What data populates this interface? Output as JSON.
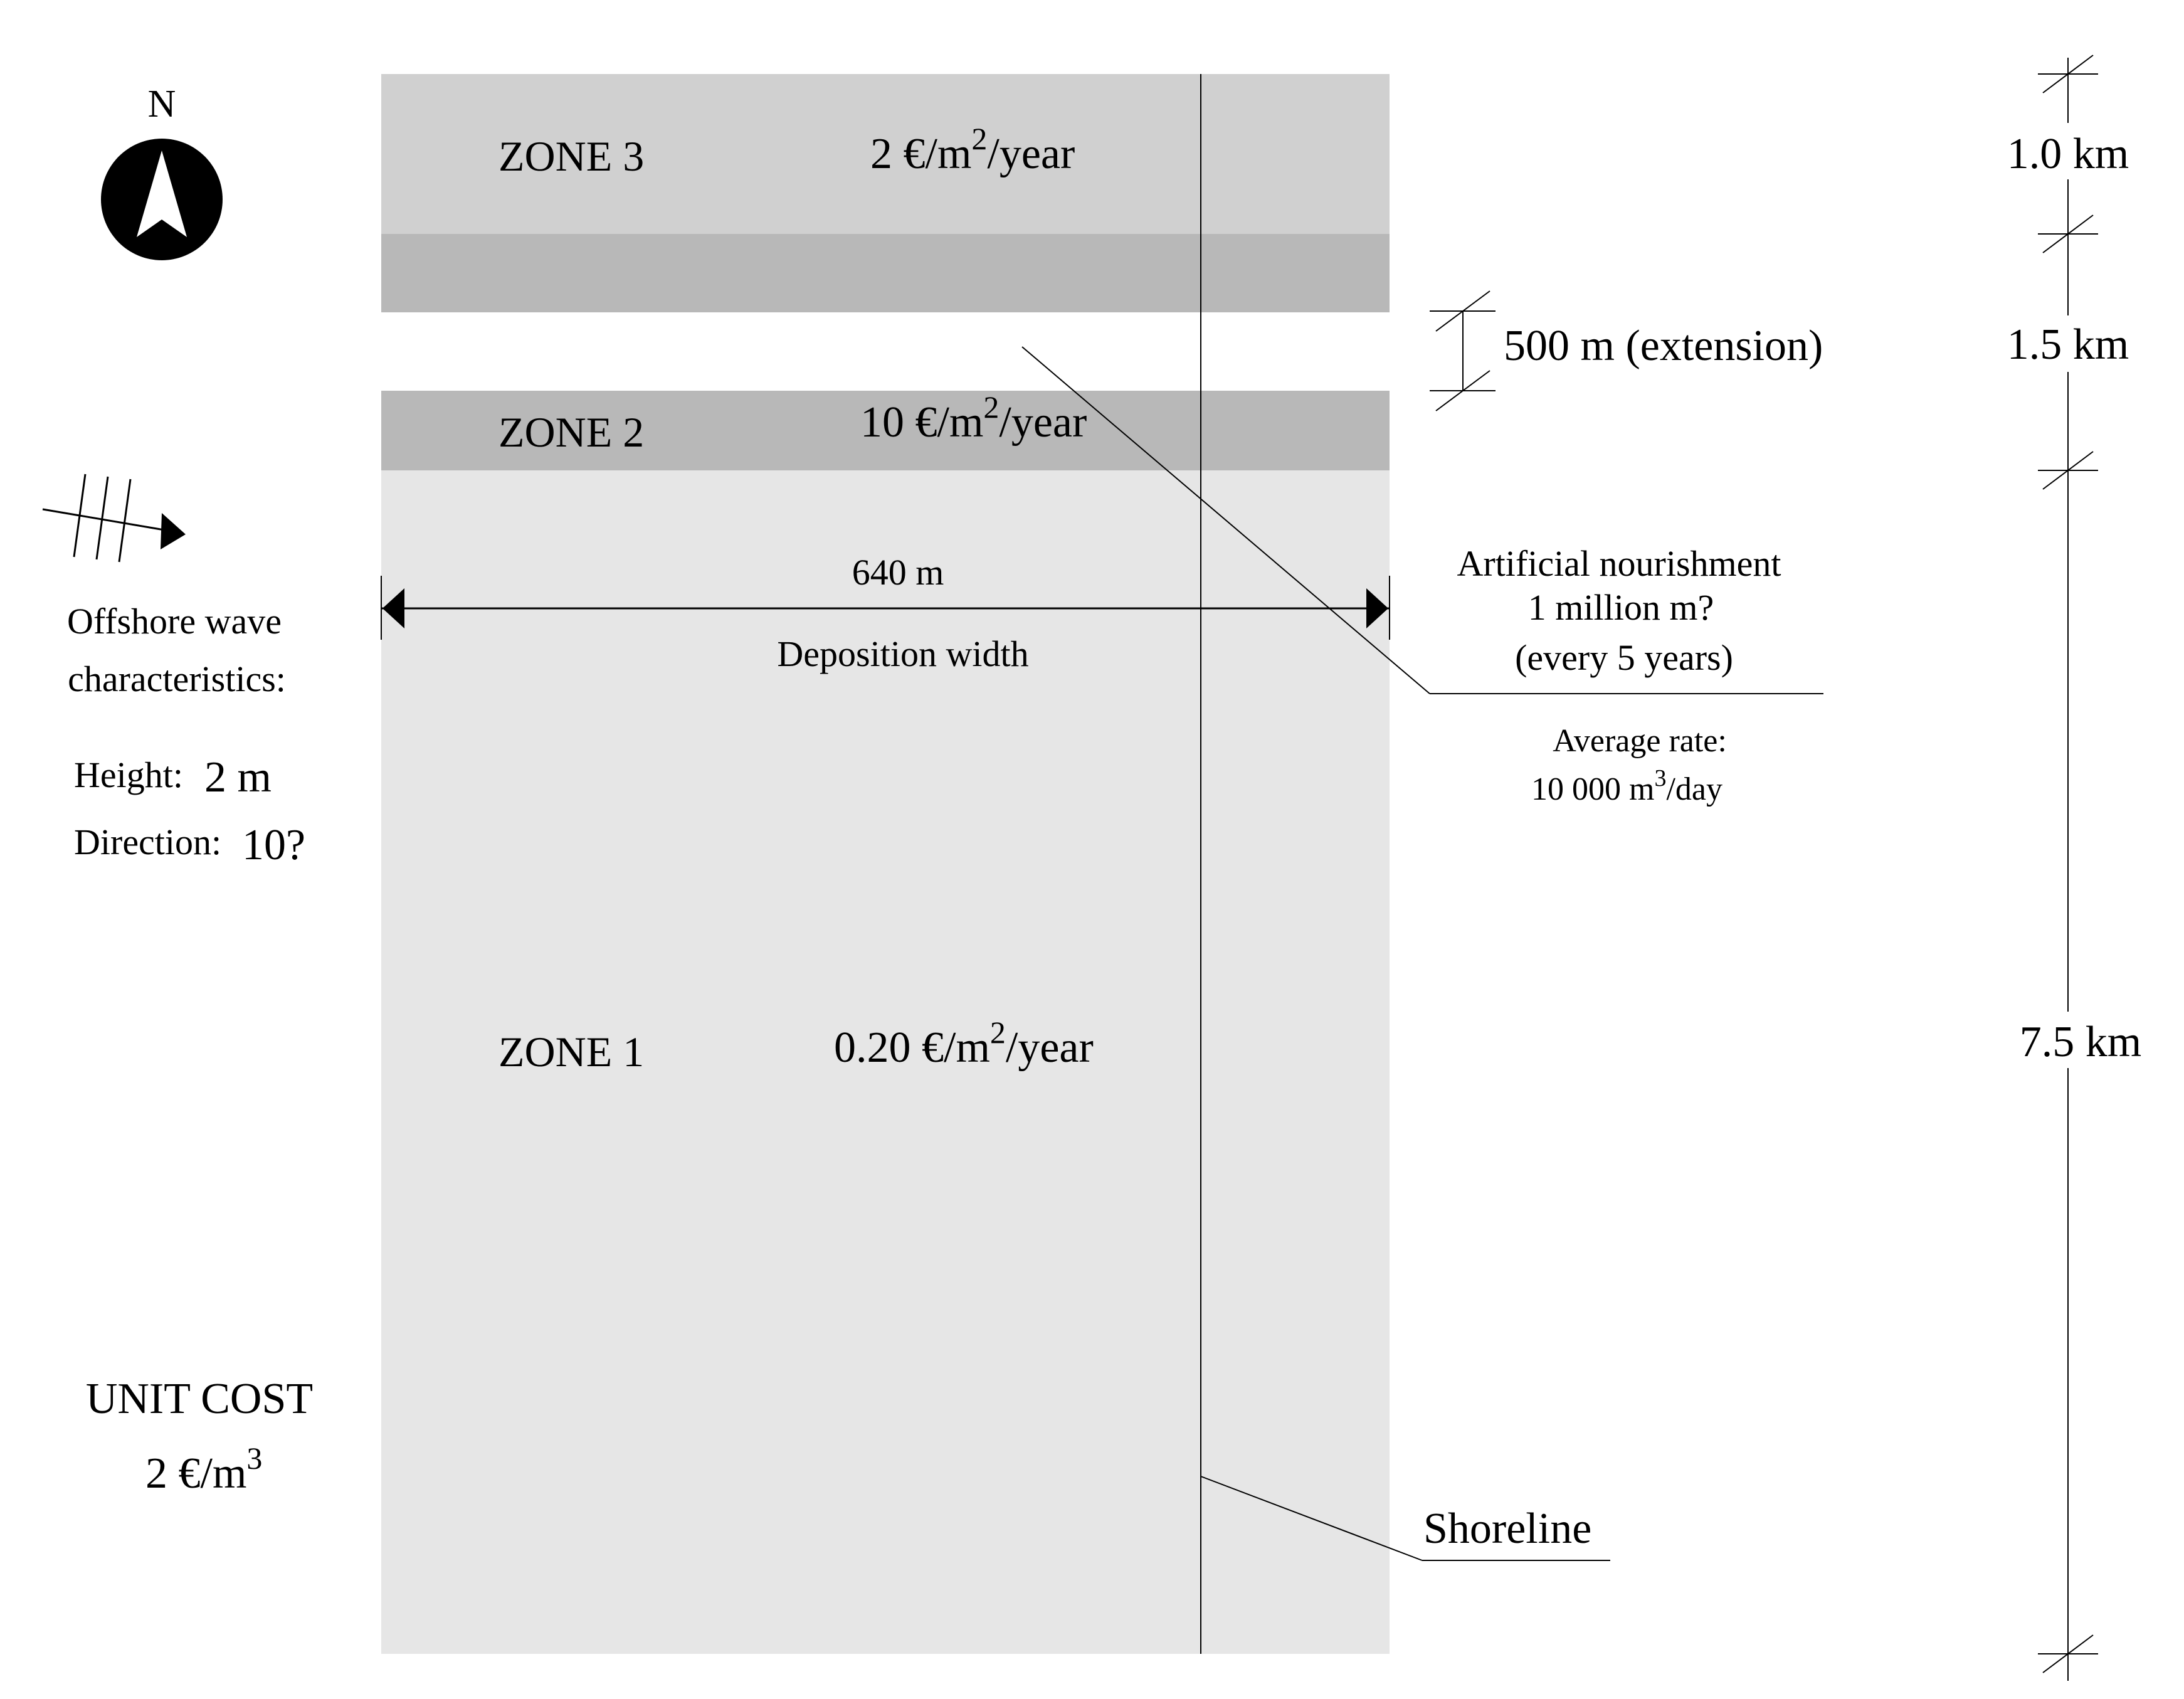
{
  "compass": {
    "label": "N",
    "icon": "north-arrow-icon"
  },
  "zones": {
    "zone3": {
      "name": "ZONE 3",
      "cost_prefix": "2 €/m",
      "cost_exp": "2",
      "cost_suffix": "/year"
    },
    "zone2": {
      "name": "ZONE 2",
      "cost_prefix": "10 €/m",
      "cost_exp": "2",
      "cost_suffix": "/year"
    },
    "zone1": {
      "name": "ZONE 1",
      "cost_prefix": "0.20 €/m",
      "cost_exp": "2",
      "cost_suffix": "/year"
    }
  },
  "waves": {
    "icon": "wave-direction-icon",
    "title_line1": "Offshore wave",
    "title_line2": "characteristics:",
    "height_label": "Height:",
    "height_value": "2 m",
    "direction_label": "Direction:",
    "direction_value": "10?"
  },
  "deposition": {
    "width_value": "640 m",
    "label": "Deposition width"
  },
  "nourishment": {
    "line1": "Artificial nourishment",
    "line2": "1 million m?",
    "line3": "(every 5 years)",
    "rate_label": "Average rate:",
    "rate_prefix": "10 000 m",
    "rate_exp": "3",
    "rate_suffix": "/day"
  },
  "extension": {
    "label": "500 m (extension)"
  },
  "scale": {
    "seg1": "1.0 km",
    "seg2": "1.5 km",
    "seg3": "7.5 km"
  },
  "unit_cost": {
    "label": "UNIT COST",
    "value_prefix": "2 €/m",
    "value_exp": "3"
  },
  "shoreline": {
    "label": "Shoreline"
  },
  "colors": {
    "zone3_light": "#d0d0d0",
    "zone3_dark": "#b8b8b8",
    "zone2": "#b8b8b8",
    "zone1": "#e6e6e6",
    "line": "#000000"
  }
}
